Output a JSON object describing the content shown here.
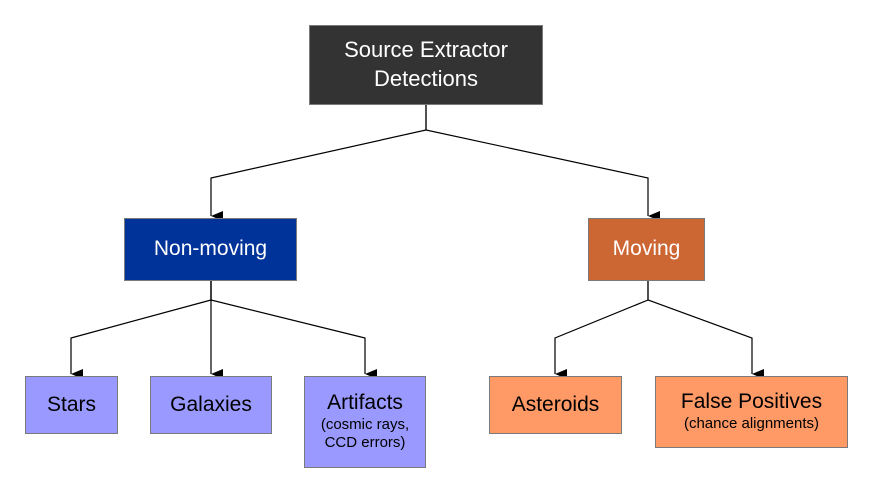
{
  "nodes": {
    "root": {
      "lines": [
        "Source Extractor",
        "Detections"
      ],
      "color": "#333333"
    },
    "nonmoving": {
      "label": "Non-moving",
      "color": "#003399"
    },
    "moving": {
      "label": "Moving",
      "color": "#CC6633"
    },
    "stars": {
      "label": "Stars",
      "color": "#9999FF"
    },
    "galaxies": {
      "label": "Galaxies",
      "color": "#9999FF"
    },
    "artifacts": {
      "label": "Artifacts",
      "sub_lines": [
        "(cosmic rays,",
        "CCD errors)"
      ],
      "color": "#9999FF"
    },
    "asteroids": {
      "label": "Asteroids",
      "color": "#FF9966"
    },
    "false_positives": {
      "label": "False Positives",
      "sub": "(chance alignments)",
      "color": "#FF9966"
    }
  },
  "edges": [
    {
      "from": "root",
      "to": "nonmoving"
    },
    {
      "from": "root",
      "to": "moving"
    },
    {
      "from": "nonmoving",
      "to": "stars"
    },
    {
      "from": "nonmoving",
      "to": "galaxies"
    },
    {
      "from": "nonmoving",
      "to": "artifacts"
    },
    {
      "from": "moving",
      "to": "asteroids"
    },
    {
      "from": "moving",
      "to": "false_positives"
    }
  ]
}
